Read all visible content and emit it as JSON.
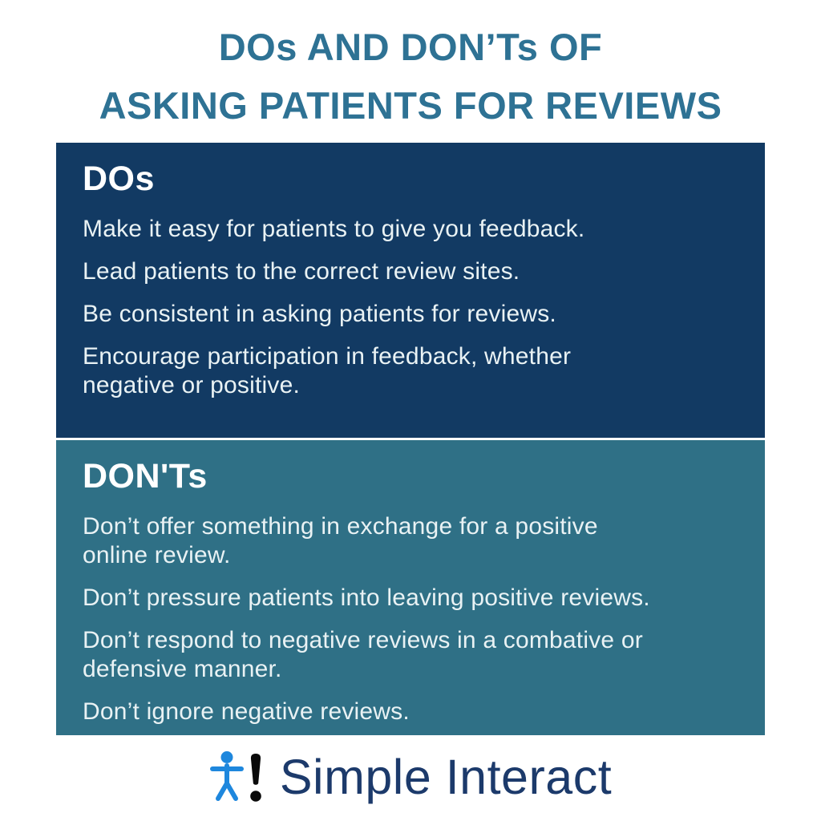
{
  "colors": {
    "background": "#FFFFFF",
    "title_text": "#2E7294",
    "dos_bg": "#123A63",
    "donts_bg": "#2F7086",
    "heading_text": "#FFFFFF",
    "body_text": "#E9F2F4",
    "brand_text": "#1C3A6B",
    "figure_blue": "#1E87DD",
    "exclamation_color": "#0A0A0A"
  },
  "title": {
    "line1": "DOs AND DON’Ts OF",
    "line2": "ASKING PATIENTS FOR REVIEWS"
  },
  "dos": {
    "heading": "DOs",
    "items": [
      "Make it easy for patients to give you feedback.",
      "Lead patients to the correct review sites.",
      "Be consistent in asking patients for reviews.",
      "Encourage participation in feedback, whether\nnegative or positive."
    ]
  },
  "donts": {
    "heading": "DON'Ts",
    "items": [
      "Don’t offer something in exchange for a positive\nonline review.",
      "Don’t pressure patients into leaving positive reviews.",
      "Don’t respond to negative reviews in a combative or\ndefensive manner.",
      "Don’t ignore negative reviews."
    ]
  },
  "footer": {
    "brand": "Simple Interact",
    "logo_icon": "person-figure-icon",
    "exclamation_icon": "exclamation-icon"
  }
}
